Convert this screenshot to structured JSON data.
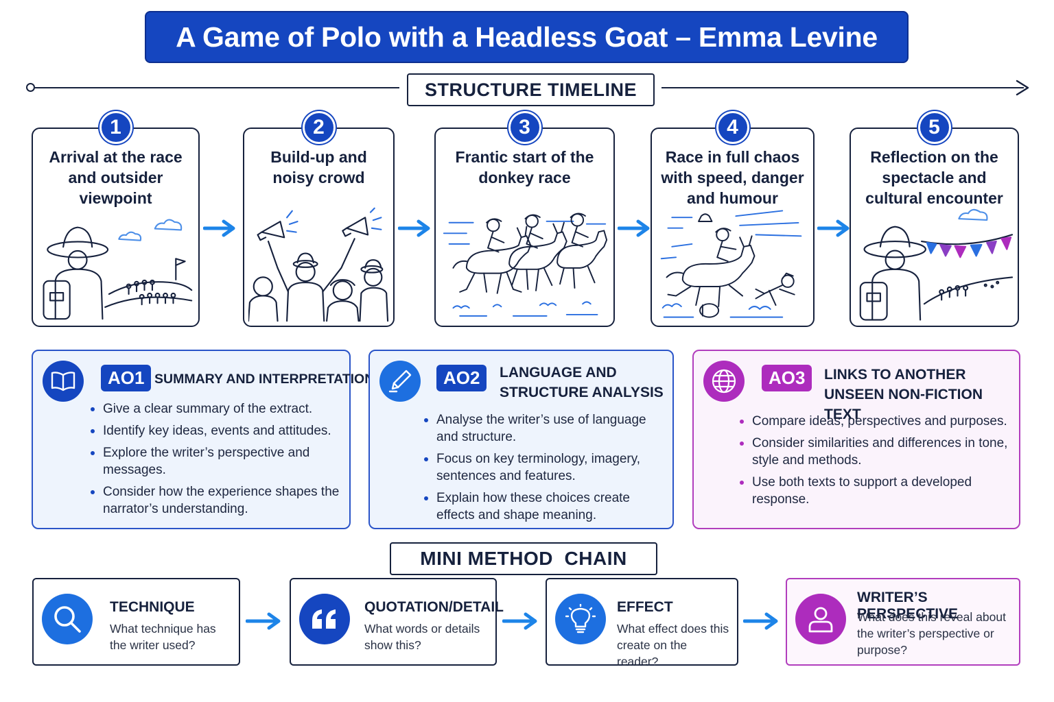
{
  "title": "A Game of Polo with a Headless Goat – Emma Levine",
  "timeline": {
    "label": "STRUCTURE TIMELINE",
    "stages": [
      {
        "number": "1",
        "text": "Arrival at the race and outsider viewpoint",
        "icon": "traveller-watching-crowd-icon"
      },
      {
        "number": "2",
        "text": "Build-up and noisy crowd",
        "icon": "cheering-crowd-megaphones-icon"
      },
      {
        "number": "3",
        "text": "Frantic start of the donkey race",
        "icon": "donkey-riders-racing-icon"
      },
      {
        "number": "4",
        "text": "Race in full chaos with speed, danger and humour",
        "icon": "donkey-rider-falling-icon"
      },
      {
        "number": "5",
        "text": "Reflection on the spectacle and cultural encounter",
        "icon": "traveller-with-bunting-icon"
      }
    ]
  },
  "assessment": [
    {
      "badge": "AO1",
      "heading": "SUMMARY AND INTERPRETATION",
      "icon": "open-book-icon",
      "bullets": [
        "Give a clear summary of the extract.",
        "Identify key ideas, events and attitudes.",
        "Explore the writer’s perspective and messages.",
        "Consider how the experience shapes the narrator’s understanding."
      ]
    },
    {
      "badge": "AO2",
      "heading": "LANGUAGE AND STRUCTURE ANALYSIS",
      "icon": "pen-nib-icon",
      "bullets": [
        "Analyse the writer’s use of language and structure.",
        "Focus on key terminology, imagery, sentences and features.",
        "Explain how these choices create effects and shape meaning."
      ]
    },
    {
      "badge": "AO3",
      "heading": "LINKS TO ANOTHER UNSEEN NON-FICTION TEXT",
      "icon": "globe-icon",
      "bullets": [
        "Compare ideas, perspectives and purposes.",
        "Consider similarities and differences in tone, style and methods.",
        "Use both texts to support a developed response."
      ]
    }
  ],
  "method_chain": {
    "label": "MINI METHOD  CHAIN",
    "steps": [
      {
        "title": "TECHNIQUE",
        "desc": "What technique has the writer used?",
        "icon": "magnifier-icon"
      },
      {
        "title": "QUOTATION/DETAIL",
        "desc": "What words or details show this?",
        "icon": "quotation-marks-icon"
      },
      {
        "title": "EFFECT",
        "desc": "What effect does this create on the reader?",
        "icon": "lightbulb-icon"
      },
      {
        "title": "WRITER’S PERSPECTIVE",
        "desc": "What does this reveal about the writer’s perspective or purpose?",
        "icon": "person-icon"
      }
    ]
  },
  "colors": {
    "primary_blue": "#1546c0",
    "accent_blue": "#1d6fe0",
    "purple": "#ad2cbd",
    "ink": "#16213d"
  }
}
